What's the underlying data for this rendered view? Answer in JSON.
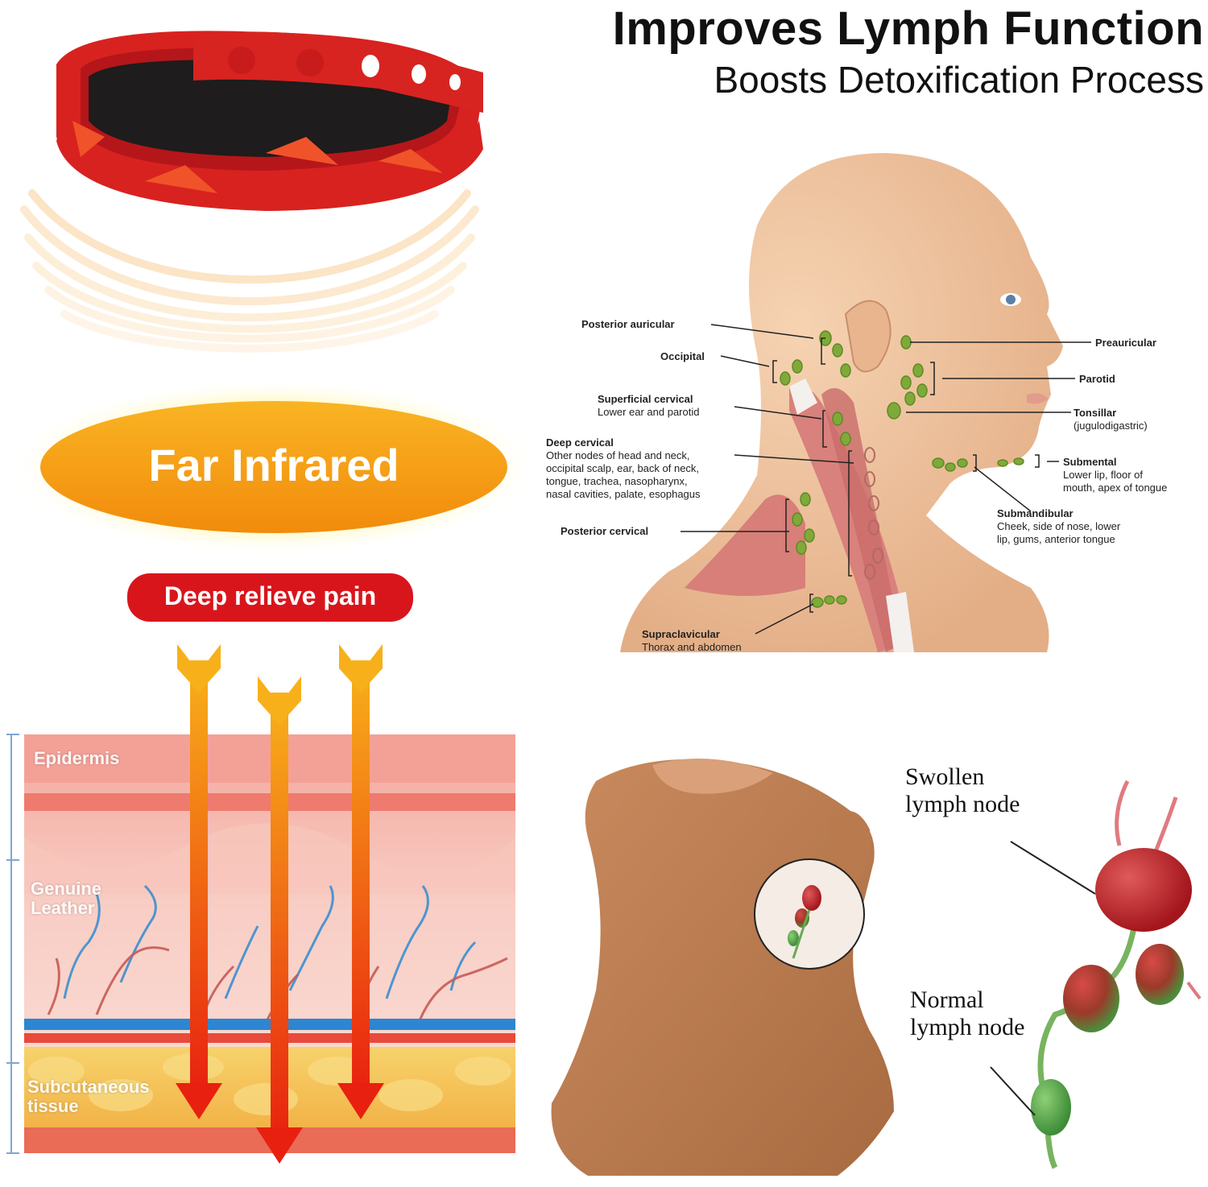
{
  "header": {
    "title": "Improves Lymph Function",
    "subtitle": "Boosts Detoxification Process"
  },
  "left": {
    "badge_main": "Far Infrared",
    "badge_secondary": "Deep relieve pain",
    "skin_layers": {
      "epidermis": "Epidermis",
      "dermis_line1": "Genuine",
      "dermis_line2": "Leather",
      "subcutaneous_line1": "Subcutaneous",
      "subcutaneous_line2": "tissue"
    }
  },
  "diagram": {
    "posterior_auricular": "Posterior auricular",
    "occipital": "Occipital",
    "superficial_cervical": "Superficial cervical",
    "superficial_cervical_sub": "Lower ear and parotid",
    "deep_cervical": "Deep cervical",
    "deep_cervical_sub1": "Other nodes of head and neck,",
    "deep_cervical_sub2": "occipital scalp, ear, back of neck,",
    "deep_cervical_sub3": "tongue, trachea, nasopharynx,",
    "deep_cervical_sub4": "nasal cavities, palate, esophagus",
    "posterior_cervical": "Posterior cervical",
    "supraclavicular": "Supraclavicular",
    "supraclavicular_sub": "Thorax and abdomen",
    "preauricular": "Preauricular",
    "parotid": "Parotid",
    "tonsillar": "Tonsillar",
    "tonsillar_sub": "(jugulodigastric)",
    "submental": "Submental",
    "submental_sub1": "Lower lip, floor of",
    "submental_sub2": "mouth, apex of tongue",
    "submandibular": "Submandibular",
    "submandibular_sub1": "Cheek, side of nose, lower",
    "submandibular_sub2": "lip, gums, anterior tongue"
  },
  "nodes": {
    "swollen_line1": "Swollen",
    "swollen_line2": "lymph node",
    "normal_line1": "Normal",
    "normal_line2": "lymph node"
  },
  "colors": {
    "bracelet": "#d8221f",
    "bracelet_facet": "#f0532a",
    "badge_orange": "#f7a10f",
    "badge_red": "#d9151c",
    "arrow_orange": "#f8a21a",
    "arrow_red": "#ea2a15",
    "skin_top": "#f3a197",
    "fat": "#f6c85a",
    "node_red": "#c21f24",
    "node_green": "#5fa84a"
  },
  "icons": [
    "bracelet",
    "infrared-wave",
    "downward-arrow",
    "skin-layers",
    "head-diagram",
    "neck-illustration",
    "lymph-node-chain"
  ]
}
